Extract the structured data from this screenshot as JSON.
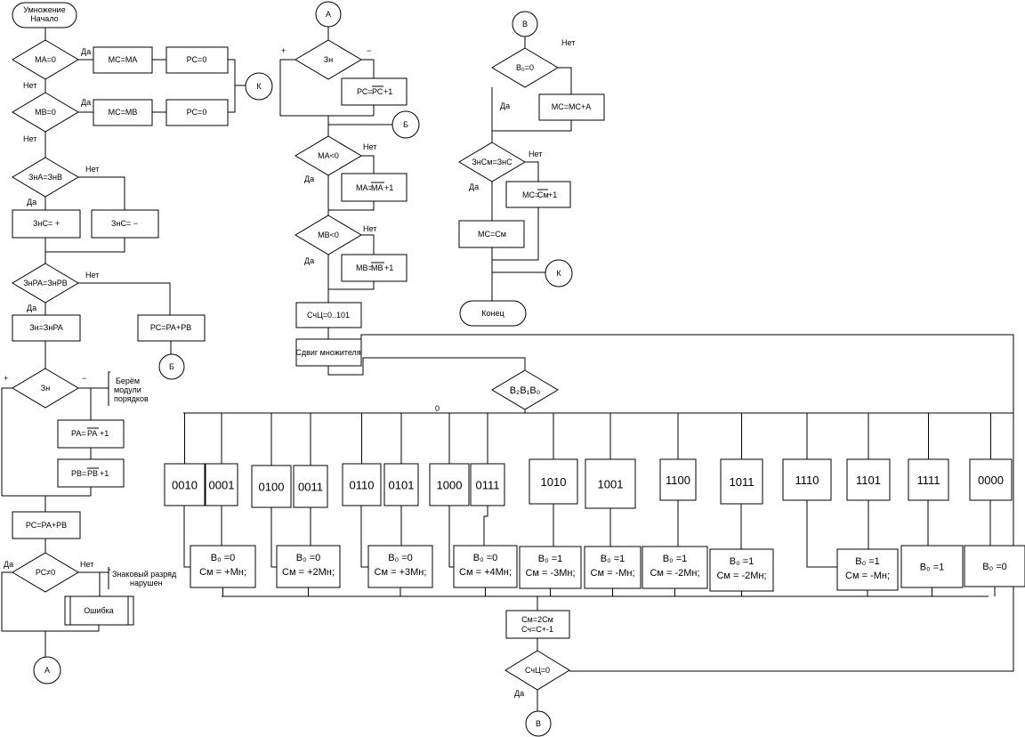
{
  "left": {
    "start": [
      "Умножение",
      "Начало"
    ],
    "ma0": "МА=0",
    "mc_ma": "МС=МА",
    "pc0_a": "РС=0",
    "mb0": "МВ=0",
    "mc_mb": "МС=МВ",
    "pc0_b": "РС=0",
    "k1": "К",
    "zna_znb": "ЗнА=ЗнВ",
    "znc_plus": "ЗнС= +",
    "znc_minus": "ЗнС= −",
    "znpa_znpb": "ЗнРА=ЗнРВ",
    "zn_znpa": "Зн=ЗнРА",
    "pc_pa_pb_1": "РС=РА+РВ",
    "b_conn1": "Б",
    "zn": "Зн",
    "note_abs": [
      "Берём",
      "модули",
      "порядков"
    ],
    "pa_neg": "РА=РА+1",
    "pa_bar": "РА",
    "pa_suffix": "+1",
    "pb_bar": "РВ",
    "pb_suffix": "+1",
    "pc_pa_pb_2": "РС=РА+РВ",
    "pc_ne0": "РС≠0",
    "note_sign": [
      "Знаковый разряд",
      "нарушен"
    ],
    "error": "Ошибка",
    "a_conn1": "А"
  },
  "middle": {
    "a_conn2": "А",
    "zn2": "Зн",
    "pc_prefix": "РС=",
    "pc_bar": "РС",
    "pc_suffix": "+1",
    "b_conn2": "Б",
    "ma_lt0": "МА<0",
    "ma_prefix": "МА=",
    "ma_bar": "МА",
    "ma_suffix": "+1",
    "mb_lt0": "МВ<0",
    "mb_prefix": "МВ=",
    "mb_bar": "МВ",
    "mb_suffix": "+1",
    "counter": "СчЦ=0..101",
    "shift": "Сдвиг множителя",
    "b2b1b0": "B₂B₁B₀",
    "zero_label": "0",
    "codes": [
      "0010",
      "0001",
      "0100",
      "0011",
      "0110",
      "0101",
      "1000",
      "0111",
      "1010",
      "1001",
      "1100",
      "1011",
      "1110",
      "1101",
      "1111",
      "0000"
    ],
    "actions": [
      [
        "B₀ =0",
        "См = +Мн;"
      ],
      [
        "B₀ =0",
        "См = +2Мн;"
      ],
      [
        "B₀ =0",
        "См = +3Мн;"
      ],
      [
        "B₀ =0",
        "См = +4Мн;"
      ],
      [
        "B₀ =1",
        "См = -3Мн;"
      ],
      [
        "B₀ =1",
        "См = -Мн;"
      ],
      [
        "B₀ =1",
        "См = -2Мн;"
      ],
      [
        "B₀ =1",
        "См = -2Мн;"
      ],
      [
        "B₀ =1",
        "См = -Мн;"
      ],
      [
        "B₀ =1"
      ],
      [
        "B₀ =0"
      ]
    ],
    "cm2": [
      "См=2См",
      "Сч=С+-1"
    ],
    "cnt0": "СчЦ=0",
    "b_conn3": "В"
  },
  "right": {
    "b_conn4": "В",
    "b0_0": "B₀=0",
    "mc_mc_a": "МС=МС+А",
    "zncm_znc": "ЗнСм=ЗнС",
    "mc_cm_prefix": "МС=",
    "mc_cm_bar": "См",
    "mc_cm_suffix": "+1",
    "mc_cm": "МС=См",
    "k2": "К",
    "end": "Конец"
  },
  "labels": {
    "yes": "Да",
    "no": "Нет",
    "plus": "+",
    "minus": "−"
  }
}
